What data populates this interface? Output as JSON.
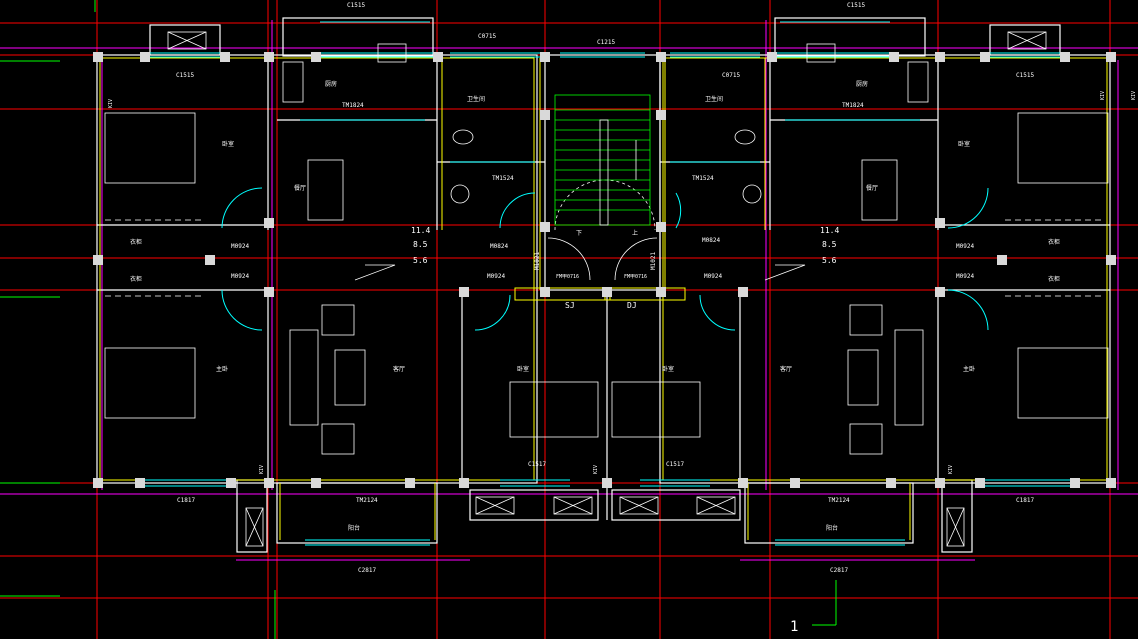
{
  "drawing": {
    "colors": {
      "background": "#000000",
      "grid_red": "#ff0000",
      "wall_yellow": "#ffff00",
      "wall_white": "#ffffff",
      "magenta": "#ff00ff",
      "cyan": "#00ffff",
      "green": "#00ff00"
    },
    "windows_top": [
      "C1515",
      "C1515"
    ],
    "windows_row": [
      "C1515",
      "C0715",
      "C1215",
      "C0715",
      "C1515"
    ],
    "windows_bottom": [
      "C1817",
      "C1817"
    ],
    "windows_balcony": [
      "C2817",
      "C2817"
    ],
    "windows_bedroom_small": [
      "C1517",
      "C1517"
    ],
    "rooms": {
      "kitchen": [
        "厨房",
        "厨房"
      ],
      "bathroom": [
        "卫生间",
        "卫生间"
      ],
      "bedroom_upper": [
        "卧室",
        "卧室"
      ],
      "dining": [
        "餐厅",
        "餐厅"
      ],
      "closet": [
        "衣柜",
        "衣柜",
        "衣柜",
        "衣柜"
      ],
      "master_bedroom": [
        "主卧",
        "主卧"
      ],
      "living": [
        "客厅",
        "客厅"
      ],
      "bedroom_small": [
        "卧室",
        "卧室"
      ],
      "balcony": [
        "阳台",
        "阳台"
      ]
    },
    "doors": {
      "tm1824": [
        "TM1824",
        "TM1824"
      ],
      "tm1524": [
        "TM1524",
        "TM1524"
      ],
      "tm2124": [
        "TM2124",
        "TM2124"
      ],
      "m0924": [
        "M0924",
        "M0924",
        "M0924",
        "M0924",
        "M0924",
        "M0924"
      ],
      "m0824": [
        "M0824",
        "M0824"
      ],
      "m1021": [
        "M1021",
        "M1021"
      ],
      "fm": [
        "FM甲0716",
        "FM甲0716"
      ]
    },
    "shafts": [
      "SJ",
      "DJ"
    ],
    "stair_marks": [
      "下",
      "上"
    ],
    "kw_tags": [
      "KIV",
      "KIV",
      "KIV",
      "KIV",
      "KIV",
      "KIV"
    ],
    "elevations": {
      "left": [
        "11.4",
        "8.5",
        "5.6"
      ],
      "right": [
        "11.4",
        "8.5",
        "5.6"
      ]
    },
    "axis_number": "1"
  }
}
